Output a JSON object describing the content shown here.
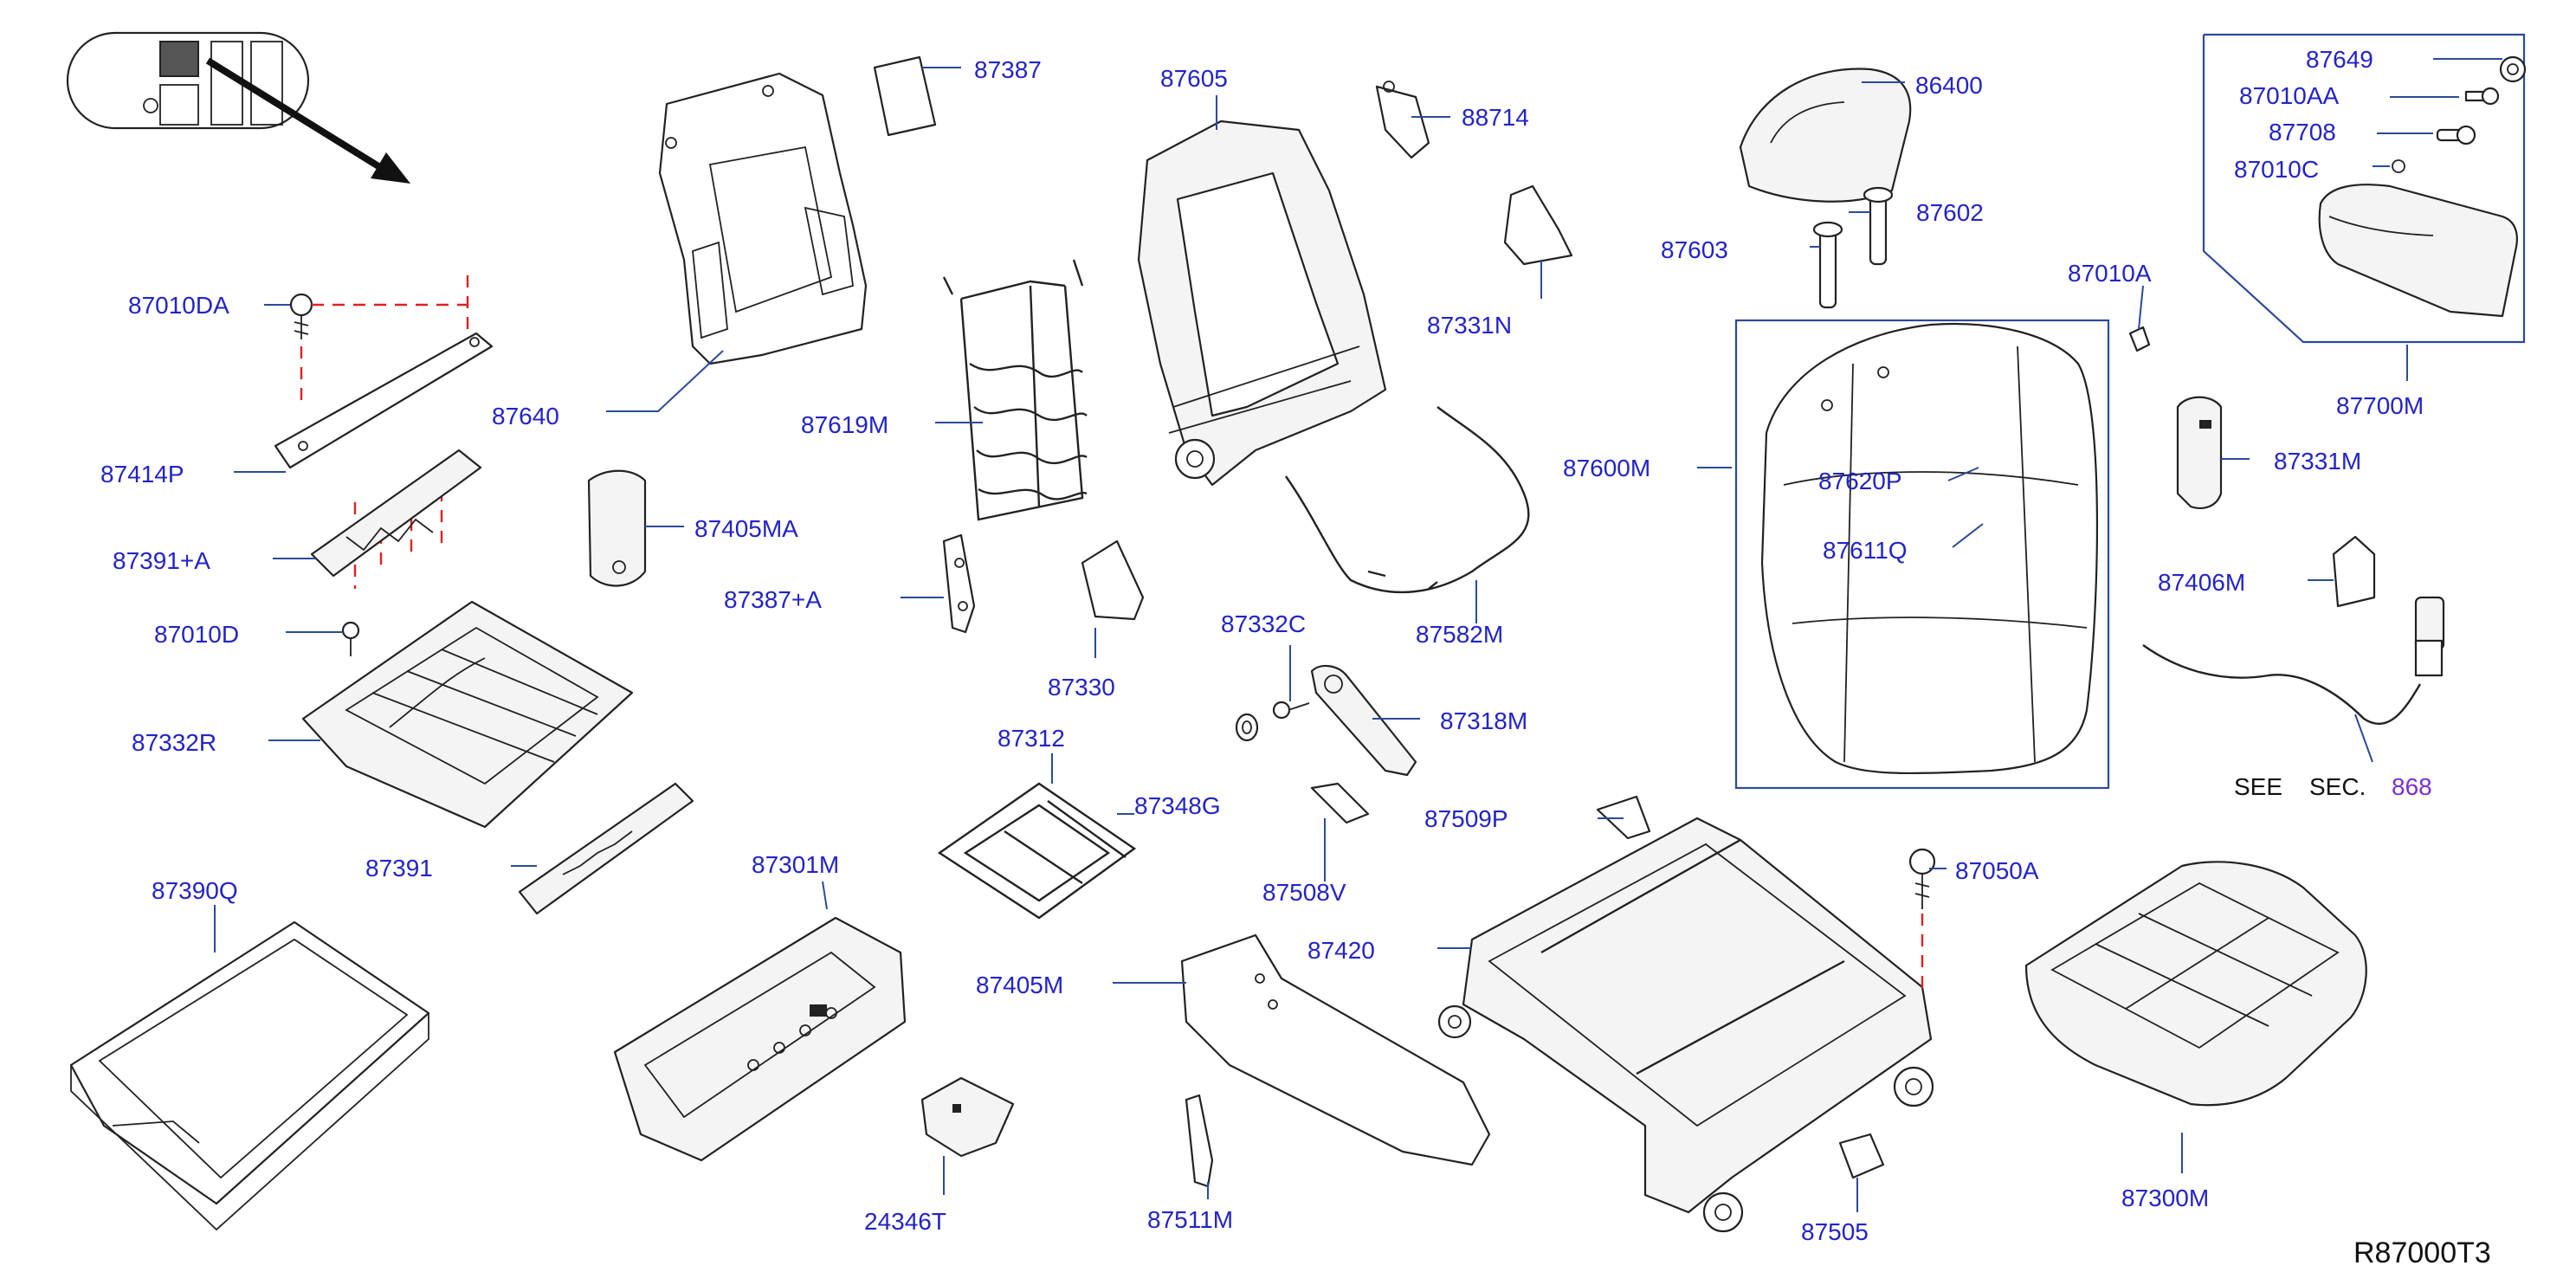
{
  "diagram_code": "R87000T3",
  "see_sec": {
    "see": "SEE",
    "sec": "SEC.",
    "ref": "868"
  },
  "colors": {
    "label": "#2323c8",
    "reference": "#7a2fd0",
    "leader": "#2b4a9a",
    "dashed": "#e02020"
  },
  "parts": {
    "p87387": "87387",
    "p87605": "87605",
    "p88714": "88714",
    "p86400": "86400",
    "p87649": "87649",
    "p87010AA": "87010AA",
    "p87708": "87708",
    "p87010C": "87010C",
    "p87010DA": "87010DA",
    "p87640": "87640",
    "p87331N": "87331N",
    "p87602": "87602",
    "p87603": "87603",
    "p87010A": "87010A",
    "p87700M": "87700M",
    "p87414P": "87414P",
    "p87619M": "87619M",
    "p87600M": "87600M",
    "p87620P": "87620P",
    "p87331M": "87331M",
    "p87391A": "87391+A",
    "p87405MA": "87405MA",
    "p87611Q": "87611Q",
    "p87406M": "87406M",
    "p87387A": "87387+A",
    "p87582M": "87582M",
    "p87010D": "87010D",
    "p87332C": "87332C",
    "p87330": "87330",
    "p87318M": "87318M",
    "p87332R": "87332R",
    "p87312": "87312",
    "p87348G": "87348G",
    "p87509P": "87509P",
    "p87391": "87391",
    "p87301M": "87301M",
    "p87508V": "87508V",
    "p87050A": "87050A",
    "p87390Q": "87390Q",
    "p87420": "87420",
    "p87405M": "87405M",
    "p87300M": "87300M",
    "p24346T": "24346T",
    "p87511M": "87511M",
    "p87505": "87505"
  }
}
